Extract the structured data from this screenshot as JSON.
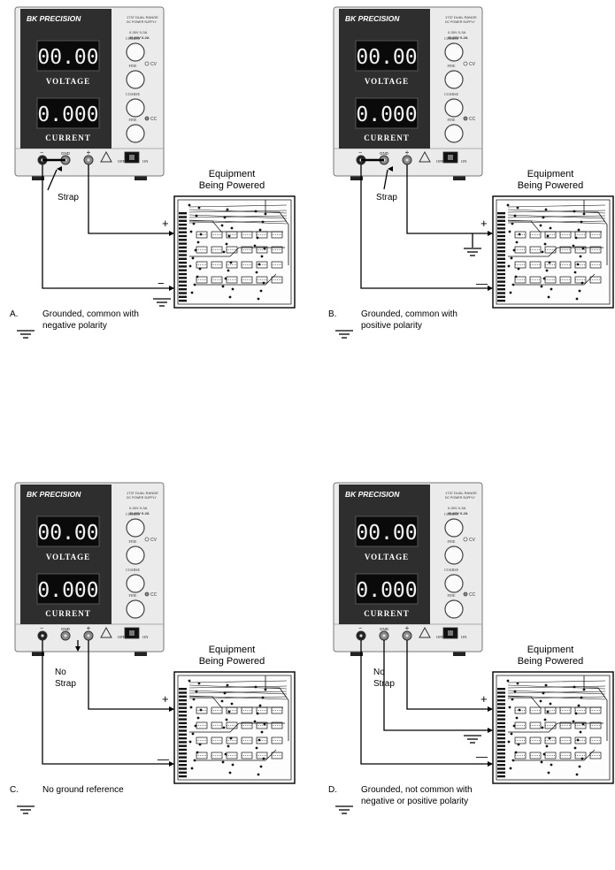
{
  "panels": [
    {
      "id": "A",
      "letter": "A.",
      "caption_lines": [
        "Grounded, common with",
        "negative polarity"
      ],
      "strap_lines": [
        "Strap"
      ],
      "strap_mode": "neg",
      "equipment_lines": [
        "Equipment",
        "Being Powered"
      ],
      "plus_label": "+",
      "minus_label": "−"
    },
    {
      "id": "B",
      "letter": "B.",
      "caption_lines": [
        "Grounded, common with",
        "positive polarity"
      ],
      "strap_lines": [
        "Strap"
      ],
      "strap_mode": "pos",
      "equipment_lines": [
        "Equipment",
        "Being Powered"
      ],
      "plus_label": "+",
      "minus_label": "—"
    },
    {
      "id": "C",
      "letter": "C.",
      "caption_lines": [
        "No ground reference"
      ],
      "strap_lines": [
        "No",
        "Strap"
      ],
      "strap_mode": "none",
      "equipment_lines": [
        "Equipment",
        "Being Powered"
      ],
      "plus_label": "+",
      "minus_label": "—"
    },
    {
      "id": "D",
      "letter": "D.",
      "caption_lines": [
        "Grounded, not common with",
        "negative or positive polarity"
      ],
      "strap_lines": [
        "No",
        "Strap"
      ],
      "strap_mode": "gnd",
      "equipment_lines": [
        "Equipment",
        "Being Powered"
      ],
      "plus_label": "+",
      "minus_label": "—"
    }
  ],
  "supply": {
    "brand": "BK PRECISION",
    "model_lines": [
      "1737 DUAL RANGE",
      "DC POWER SUPPLY"
    ],
    "range_lines": [
      "0-30V  0-3A",
      "30-60V  0-2A"
    ],
    "voltage_display": "00.00",
    "current_display": "0.000",
    "voltage_label": "VOLTAGE",
    "current_label": "CURRENT",
    "coarse_label": "COARSE",
    "fine_label": "FINE",
    "cv_label": "CV",
    "cc_label": "CC",
    "neg_terminal": "−",
    "gnd_terminal": "GND",
    "pos_terminal": "+",
    "off_label": "OFF",
    "on_label": "ON"
  }
}
